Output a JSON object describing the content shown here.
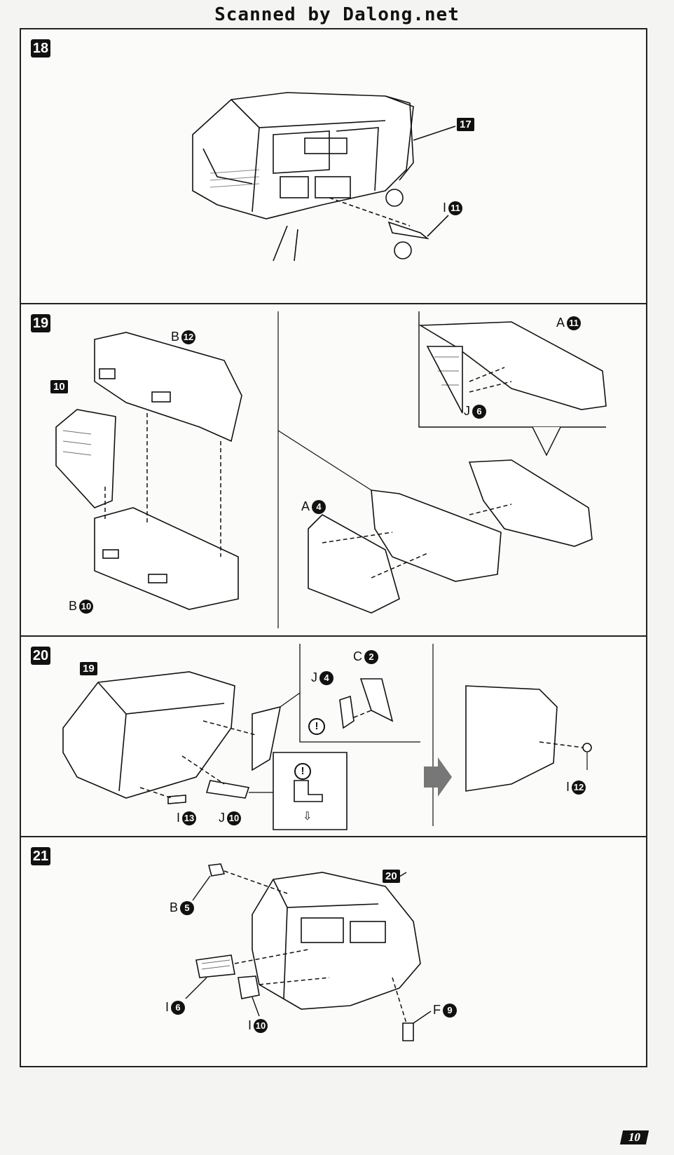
{
  "watermark": "Scanned by Dalong.net",
  "page_number": "10",
  "steps": [
    {
      "number": "18",
      "refs": [
        "17"
      ],
      "parts": [
        {
          "letter": "I",
          "num": "11"
        }
      ]
    },
    {
      "number": "19",
      "refs": [
        "10"
      ],
      "parts": [
        {
          "letter": "B",
          "num": "12"
        },
        {
          "letter": "B",
          "num": "10"
        },
        {
          "letter": "A",
          "num": "11"
        },
        {
          "letter": "J",
          "num": "6"
        },
        {
          "letter": "A",
          "num": "4"
        }
      ]
    },
    {
      "number": "20",
      "refs": [
        "19"
      ],
      "parts": [
        {
          "letter": "C",
          "num": "2"
        },
        {
          "letter": "J",
          "num": "4"
        },
        {
          "letter": "I",
          "num": "13"
        },
        {
          "letter": "J",
          "num": "10"
        },
        {
          "letter": "I",
          "num": "12"
        }
      ],
      "warning_glyph": "!",
      "arrow_glyph": "⇩"
    },
    {
      "number": "21",
      "refs": [
        "20"
      ],
      "parts": [
        {
          "letter": "B",
          "num": "5"
        },
        {
          "letter": "I",
          "num": "6"
        },
        {
          "letter": "I",
          "num": "10"
        },
        {
          "letter": "F",
          "num": "9"
        }
      ]
    }
  ]
}
